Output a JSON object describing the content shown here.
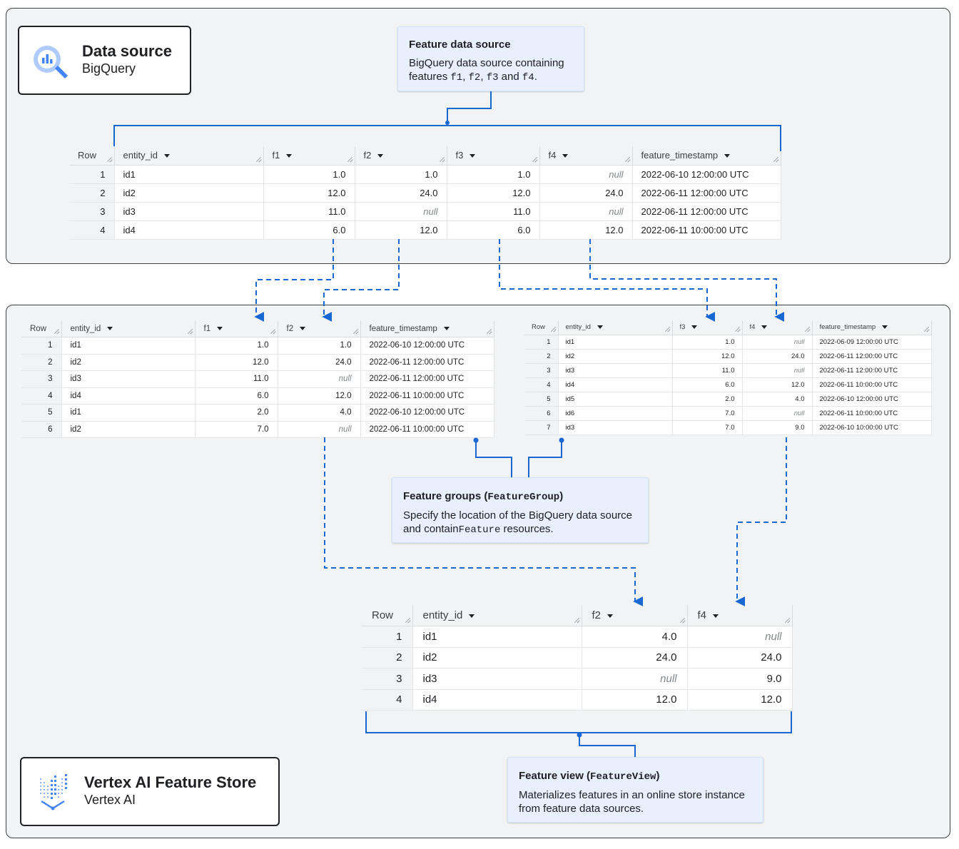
{
  "source_card": {
    "title": "Data source",
    "subtitle": "BigQuery",
    "icon": "bigquery-logo-icon"
  },
  "store_card": {
    "title": "Vertex AI Feature Store",
    "subtitle": "Vertex AI",
    "icon": "vertex-ai-logo-icon"
  },
  "notes": {
    "feature_data_source": {
      "title": "Feature data source",
      "body_prefix": "BigQuery data source containing features ",
      "c1": "f1",
      "sep1": ", ",
      "c2": "f2",
      "sep2": ", ",
      "c3": "f3",
      "sep3": " and ",
      "c4": "f4",
      "body_suffix": "."
    },
    "feature_groups": {
      "title_prefix": "Feature groups (",
      "title_code": "FeatureGroup",
      "title_suffix": ")",
      "body_prefix": "Specify the location of the BigQuery data source and contain",
      "body_code": "Feature",
      "body_suffix": " resources."
    },
    "feature_view": {
      "title_prefix": "Feature view (",
      "title_code": "FeatureView",
      "title_suffix": ")",
      "body": "Materializes features in an online store instance from feature data sources."
    }
  },
  "tables": {
    "source": {
      "headers": [
        "Row",
        "entity_id",
        "f1",
        "f2",
        "f3",
        "f4",
        "feature_timestamp"
      ],
      "rows": [
        [
          "1",
          "id1",
          "1.0",
          "1.0",
          "1.0",
          "null",
          "2022-06-10 12:00:00 UTC"
        ],
        [
          "2",
          "id2",
          "12.0",
          "24.0",
          "12.0",
          "24.0",
          "2022-06-11 12:00:00 UTC"
        ],
        [
          "3",
          "id3",
          "11.0",
          "null",
          "11.0",
          "null",
          "2022-06-11 12:00:00 UTC"
        ],
        [
          "4",
          "id4",
          "6.0",
          "12.0",
          "6.0",
          "12.0",
          "2022-06-11 10:00:00 UTC"
        ]
      ]
    },
    "group_a": {
      "headers": [
        "Row",
        "entity_id",
        "f1",
        "f2",
        "feature_timestamp"
      ],
      "rows": [
        [
          "1",
          "id1",
          "1.0",
          "1.0",
          "2022-06-10 12:00:00 UTC"
        ],
        [
          "2",
          "id2",
          "12.0",
          "24.0",
          "2022-06-11 12:00:00 UTC"
        ],
        [
          "3",
          "id3",
          "11.0",
          "null",
          "2022-06-11 12:00:00 UTC"
        ],
        [
          "4",
          "id4",
          "6.0",
          "12.0",
          "2022-06-11 10:00:00 UTC"
        ],
        [
          "5",
          "id1",
          "2.0",
          "4.0",
          "2022-06-10 12:00:00 UTC"
        ],
        [
          "6",
          "id2",
          "7.0",
          "null",
          "2022-06-11 10:00:00 UTC"
        ]
      ]
    },
    "group_b": {
      "headers": [
        "Row",
        "entity_id",
        "f3",
        "f4",
        "feature_timestamp"
      ],
      "rows": [
        [
          "1",
          "id1",
          "1.0",
          "null",
          "2022-06-09 12:00:00 UTC"
        ],
        [
          "2",
          "id2",
          "12.0",
          "24.0",
          "2022-06-11 12:00:00 UTC"
        ],
        [
          "3",
          "id3",
          "11.0",
          "null",
          "2022-06-11 12:00:00 UTC"
        ],
        [
          "4",
          "id4",
          "6.0",
          "12.0",
          "2022-06-11 10:00:00 UTC"
        ],
        [
          "5",
          "id5",
          "2.0",
          "4.0",
          "2022-06-10 12:00:00 UTC"
        ],
        [
          "6",
          "id6",
          "7.0",
          "null",
          "2022-06-11 10:00:00 UTC"
        ],
        [
          "7",
          "id3",
          "7.0",
          "9.0",
          "2022-06-10 10:00:00 UTC"
        ]
      ]
    },
    "view": {
      "headers": [
        "Row",
        "entity_id",
        "f2",
        "f4"
      ],
      "rows": [
        [
          "1",
          "id1",
          "4.0",
          "null"
        ],
        [
          "2",
          "id2",
          "24.0",
          "24.0"
        ],
        [
          "3",
          "id3",
          "null",
          "9.0"
        ],
        [
          "4",
          "id4",
          "12.0",
          "12.0"
        ]
      ]
    }
  },
  "colors": {
    "connector": "#1967d2",
    "panel": "#f1f3f4",
    "note": "#e8f0fe",
    "border": "#202124"
  }
}
